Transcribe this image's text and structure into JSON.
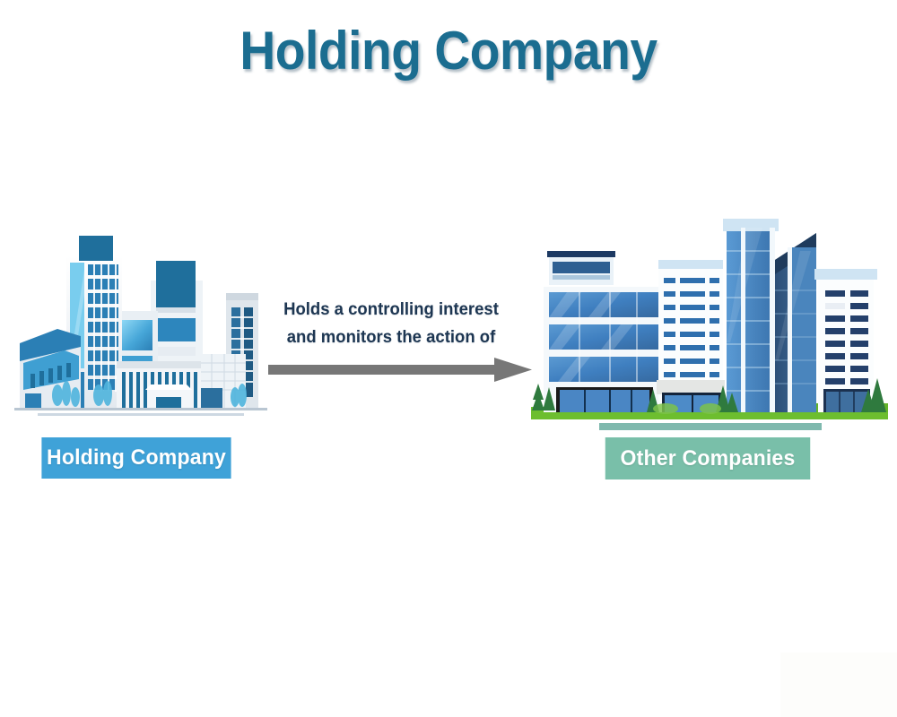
{
  "page": {
    "title": "Holding Company",
    "background_color": "#ffffff"
  },
  "diagram": {
    "title": "Holding Company",
    "title_color": "#1b6d90",
    "caption": {
      "line1": "Holds a controlling interest",
      "line2": "and monitors the action of",
      "color": "#1d3652"
    },
    "arrow": {
      "name": "right-arrow",
      "direction": "right",
      "color": "#777777"
    },
    "left_node": {
      "label": "Holding Company",
      "label_bg": "#3fa2d8",
      "label_text_color": "#ffffff",
      "illustration": "blue-office-building-cluster"
    },
    "right_node": {
      "label": "Other Companies",
      "label_bg": "#79bfa9",
      "label_text_color": "#ffffff",
      "illustration": "green-and-blue-office-buildings"
    }
  },
  "palette": {
    "title_blue": "#1b6d90",
    "label_blue": "#3fa2d8",
    "label_green": "#79bfa9",
    "arrow_gray": "#777777",
    "caption_navy": "#1d3652",
    "grass_green": "#6dbe2f",
    "tree_green": "#2f7a3e",
    "glass_blue": "#3f7fc0",
    "deep_navy": "#1d3a63"
  }
}
